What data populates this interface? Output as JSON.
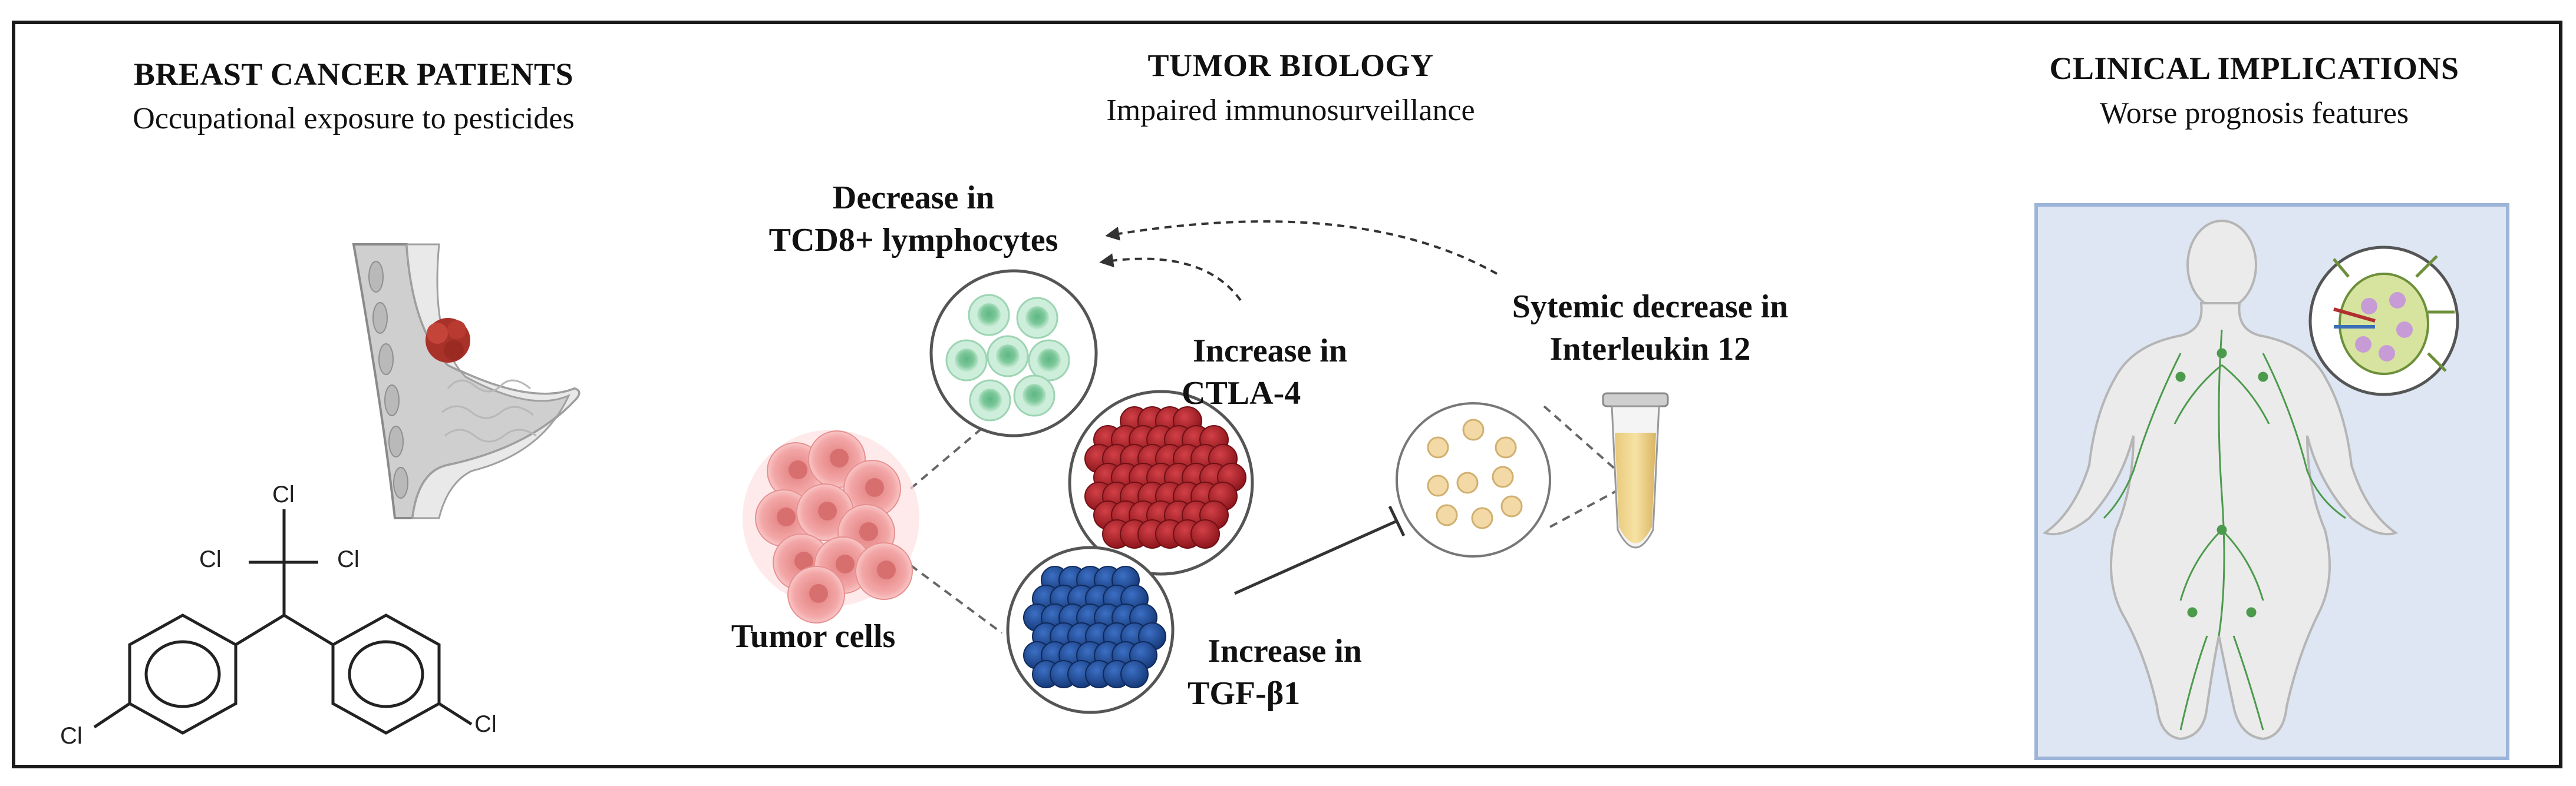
{
  "columns": {
    "left": {
      "title": "BREAST CANCER PATIENTS",
      "subtitle": "Occupational exposure to pesticides"
    },
    "middle": {
      "title": "TUMOR BIOLOGY",
      "subtitle": "Impaired immunosurveillance"
    },
    "right": {
      "title": "CLINICAL IMPLICATIONS",
      "subtitle": "Worse prognosis features"
    }
  },
  "labels": {
    "decrease_line1": "Decrease in",
    "decrease_line2": "TCD8+ lymphocytes",
    "ctla_line1": "Increase in",
    "ctla_line2": "CTLA-4",
    "il12_line1": "Sytemic decrease in",
    "il12_line2": "Interleukin 12",
    "tumor": "Tumor cells",
    "tgf_line1": "Increase in",
    "tgf_line2": "TGF-β1"
  },
  "chemical": {
    "atoms": [
      "Cl",
      "Cl",
      "Cl",
      "Cl",
      "Cl"
    ]
  },
  "colors": {
    "green_cell": "#8fd0a8",
    "red_cell": "#b3222a",
    "blue_cell": "#1f4f9e",
    "tan_cell": "#f3d9a5",
    "tumor_pink": "#f2a0a0",
    "panel_bg": "#dde6f2",
    "panel_border": "#9cb4d8",
    "vessel_green": "#4c9a4c"
  }
}
